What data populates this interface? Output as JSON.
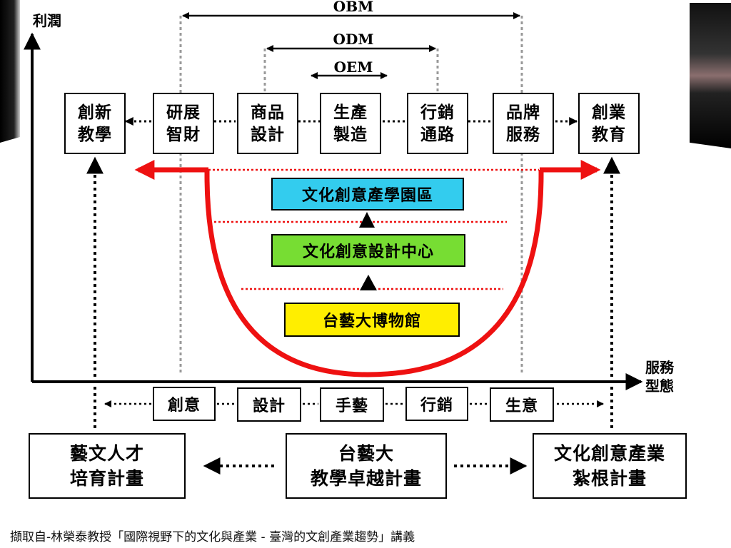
{
  "axes": {
    "y_label": "利潤",
    "x_label": "服務\n型態"
  },
  "ranges": {
    "obm": "OBM",
    "odm": "ODM",
    "oem": "OEM"
  },
  "value_chain": [
    {
      "id": "teaching",
      "label": "創新\n教學"
    },
    {
      "id": "rnd",
      "label": "研展\n智財"
    },
    {
      "id": "product",
      "label": "商品\n設計"
    },
    {
      "id": "production",
      "label": "生產\n製造"
    },
    {
      "id": "marketing",
      "label": "行銷\n通路"
    },
    {
      "id": "brand",
      "label": "品牌\n服務"
    },
    {
      "id": "entrepreneur",
      "label": "創業\n教育"
    }
  ],
  "center": {
    "park": "文化創意產學園區",
    "design_center": "文化創意設計中心",
    "museum": "台藝大博物館"
  },
  "services": [
    "創意",
    "設計",
    "手藝",
    "行銷",
    "生意"
  ],
  "programs": {
    "talent": "藝文人才\n培育計畫",
    "excellence": "台藝大\n教學卓越計畫",
    "industry": "文化創意產業\n紮根計畫"
  },
  "caption": "擷取自-林榮泰教授「國際視野下的文化與產業 - 臺灣的文創產業趨勢」講義",
  "colors": {
    "smile_curve": "#ee1111",
    "park_fill": "#33ccee",
    "design_fill": "#77dd33",
    "museum_fill": "#ffee00",
    "guide_line": "#999999"
  }
}
